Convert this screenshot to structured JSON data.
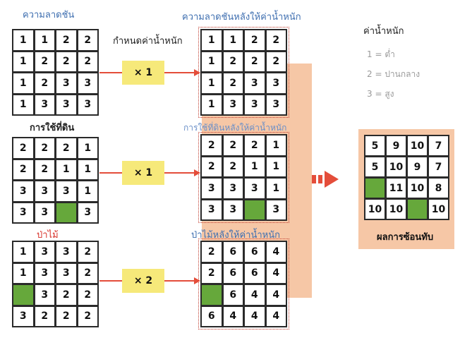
{
  "titles": {
    "slope": "ความลาดชัน",
    "slope_weighted": "ความลาดชันหลังให้ค่าน้ำหนัก",
    "assign_weight": "กำหนดค่าน้ำหนัก",
    "landuse": "การใช้ที่ดิน",
    "landuse_weighted": "การใช้ที่ดินหลังให้ค่าน้ำหนัก",
    "forest": "ป่าไม้",
    "forest_weighted": "ป่าไม้หลังให้ค่าน้ำหนัก"
  },
  "multipliers": {
    "slope": "× 1",
    "landuse": "× 1",
    "forest": "× 2"
  },
  "legend": {
    "title": "ค่าน้ำหนัก",
    "lines": [
      "1 = ต่ำ",
      "2 = ปานกลาง",
      "3 = สูง"
    ]
  },
  "result_caption": "ผลการซ้อนทับ",
  "grids": {
    "slope": [
      [
        "1",
        "1",
        "2",
        "2"
      ],
      [
        "1",
        "2",
        "2",
        "2"
      ],
      [
        "1",
        "2",
        "3",
        "3"
      ],
      [
        "1",
        "3",
        "3",
        "3"
      ]
    ],
    "slope_weighted": [
      [
        "1",
        "1",
        "2",
        "2"
      ],
      [
        "1",
        "2",
        "2",
        "2"
      ],
      [
        "1",
        "2",
        "3",
        "3"
      ],
      [
        "1",
        "3",
        "3",
        "3"
      ]
    ],
    "landuse": [
      [
        "2",
        "2",
        "2",
        "1"
      ],
      [
        "2",
        "2",
        "1",
        "1"
      ],
      [
        "3",
        "3",
        "3",
        "1"
      ],
      [
        "3",
        "3",
        "",
        "3"
      ]
    ],
    "landuse_weighted": [
      [
        "2",
        "2",
        "2",
        "1"
      ],
      [
        "2",
        "2",
        "1",
        "1"
      ],
      [
        "3",
        "3",
        "3",
        "1"
      ],
      [
        "3",
        "3",
        "",
        "3"
      ]
    ],
    "forest": [
      [
        "1",
        "3",
        "3",
        "2"
      ],
      [
        "1",
        "3",
        "3",
        "2"
      ],
      [
        "",
        "3",
        "2",
        "2"
      ],
      [
        "3",
        "2",
        "2",
        "2"
      ]
    ],
    "forest_weighted": [
      [
        "2",
        "6",
        "6",
        "4"
      ],
      [
        "2",
        "6",
        "6",
        "4"
      ],
      [
        "",
        "6",
        "4",
        "4"
      ],
      [
        "6",
        "4",
        "4",
        "4"
      ]
    ],
    "result": [
      [
        "5",
        "9",
        "10",
        "7"
      ],
      [
        "5",
        "10",
        "9",
        "7"
      ],
      [
        "",
        "11",
        "10",
        "8"
      ],
      [
        "10",
        "10",
        "",
        "10"
      ]
    ]
  },
  "green_cells": {
    "landuse": [
      [
        3,
        2
      ]
    ],
    "landuse_weighted": [
      [
        3,
        2
      ]
    ],
    "forest": [
      [
        2,
        0
      ]
    ],
    "forest_weighted": [
      [
        2,
        0
      ]
    ],
    "result": [
      [
        2,
        0
      ],
      [
        3,
        2
      ]
    ]
  },
  "colors": {
    "nodata_green": "#66a83b",
    "panel": "#f6c7a6",
    "multiplier": "#f6e97a",
    "arrow": "#e44d3a"
  }
}
